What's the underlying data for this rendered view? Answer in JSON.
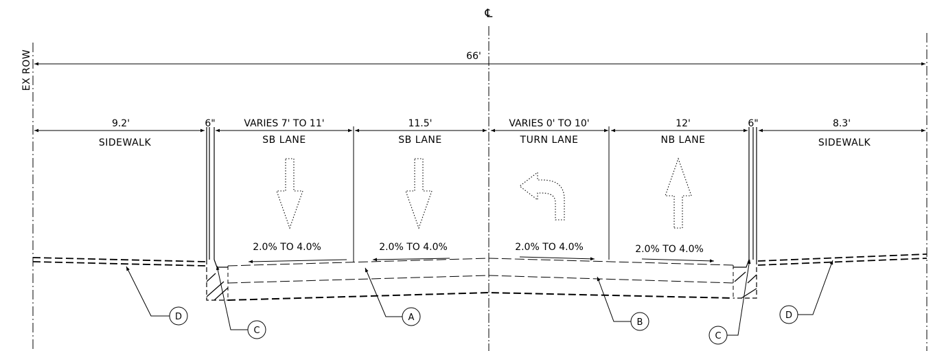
{
  "centerline_symbol": "℄",
  "row_label": "EX ROW",
  "overall_width": "66'",
  "segments": [
    {
      "width": "9.2'",
      "label": "SIDEWALK"
    },
    {
      "width": "6\"",
      "label": ""
    },
    {
      "width": "VARIES 7' TO 11'",
      "label": "SB LANE"
    },
    {
      "width": "11.5'",
      "label": "SB LANE"
    },
    {
      "width": "VARIES 0' TO 10'",
      "label": "TURN LANE"
    },
    {
      "width": "12'",
      "label": "NB LANE"
    },
    {
      "width": "6\"",
      "label": ""
    },
    {
      "width": "8.3'",
      "label": "SIDEWALK"
    }
  ],
  "slopes": [
    "2.0% TO 4.0%",
    "2.0% TO 4.0%",
    "2.0% TO 4.0%",
    "2.0% TO 4.0%"
  ],
  "callouts": [
    "D",
    "C",
    "A",
    "B",
    "C",
    "D"
  ],
  "arrow_icons": [
    "down-arrow",
    "down-arrow",
    "left-turn-arrow",
    "up-arrow"
  ]
}
